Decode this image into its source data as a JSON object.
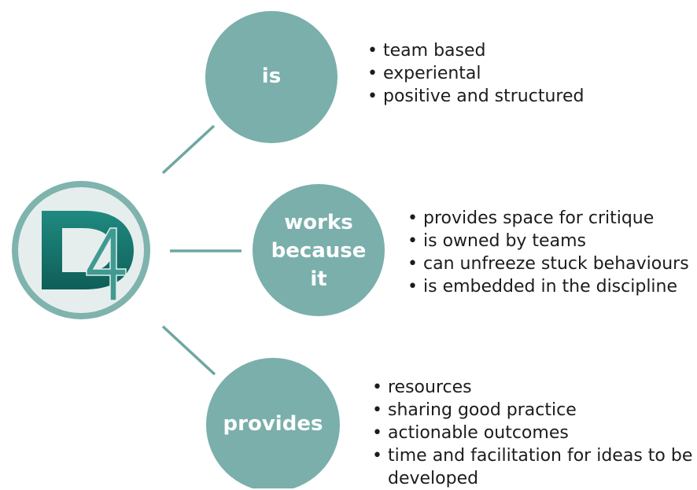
{
  "logo": {
    "text": "D4"
  },
  "nodes": [
    {
      "id": "is",
      "label": "is",
      "bullets": [
        "team based",
        "experiental",
        "positive and structured"
      ]
    },
    {
      "id": "works",
      "label": "works because it",
      "bullets": [
        "provides space for critique",
        "is owned by teams",
        "can unfreeze stuck behaviours",
        "is embedded in the discipline"
      ]
    },
    {
      "id": "provides",
      "label": "provides",
      "bullets": [
        "resources",
        "sharing good practice",
        "actionable outcomes",
        "time and facilitation for ideas to be developed"
      ]
    }
  ],
  "colors": {
    "circle": "#7aafab",
    "connector": "#6fa6a2",
    "logo_ring": "#7fb3ad",
    "logo_fill": "#e6eeed",
    "logo_d": "#17736c",
    "logo_4": "#3f9a92"
  }
}
